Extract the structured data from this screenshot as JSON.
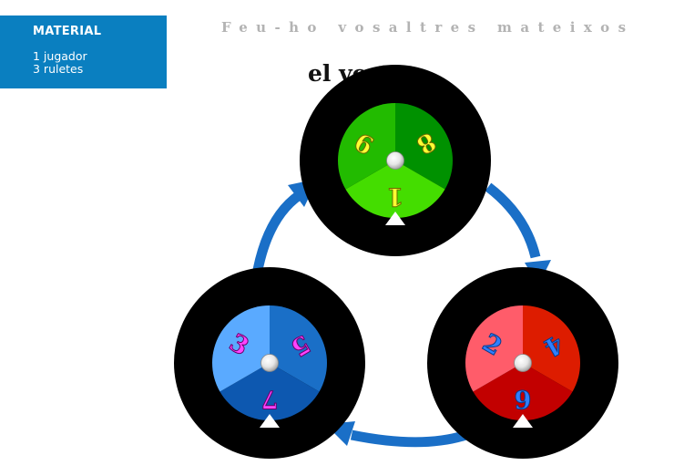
{
  "material": {
    "title": "MATERIAL",
    "lines": [
      "1 jugador",
      "3 ruletes"
    ]
  },
  "heading": "Feu-ho vosaltres mateixos",
  "partial_title": "el vost",
  "colors": {
    "panel": "#0a7fc0",
    "arrow": "#1a6fc7",
    "disc": "#000000"
  },
  "wheels": [
    {
      "name": "green",
      "sectors": [
        {
          "label": "8",
          "color": "#009100",
          "text_color": "#ffff33",
          "stroke": "#6a6a00"
        },
        {
          "label": "1",
          "color": "#44dd00",
          "text_color": "#ffff33",
          "stroke": "#6a6a00"
        },
        {
          "label": "9",
          "color": "#22bb00",
          "text_color": "#ffff33",
          "stroke": "#6a6a00"
        }
      ]
    },
    {
      "name": "red",
      "sectors": [
        {
          "label": "4",
          "color": "#dd1c00",
          "text_color": "#2f7fff",
          "stroke": "#0b3a8a"
        },
        {
          "label": "6",
          "color": "#c20000",
          "text_color": "#2f7fff",
          "stroke": "#0b3a8a"
        },
        {
          "label": "2",
          "color": "#ff5c6a",
          "text_color": "#2f7fff",
          "stroke": "#0b3a8a"
        }
      ]
    },
    {
      "name": "blue",
      "sectors": [
        {
          "label": "5",
          "color": "#1a6fc7",
          "text_color": "#ff44ff",
          "stroke": "#6a006a"
        },
        {
          "label": "7",
          "color": "#0d58b0",
          "text_color": "#ff44ff",
          "stroke": "#6a006a"
        },
        {
          "label": "3",
          "color": "#5aaaff",
          "text_color": "#ff44ff",
          "stroke": "#6a006a"
        }
      ]
    }
  ]
}
